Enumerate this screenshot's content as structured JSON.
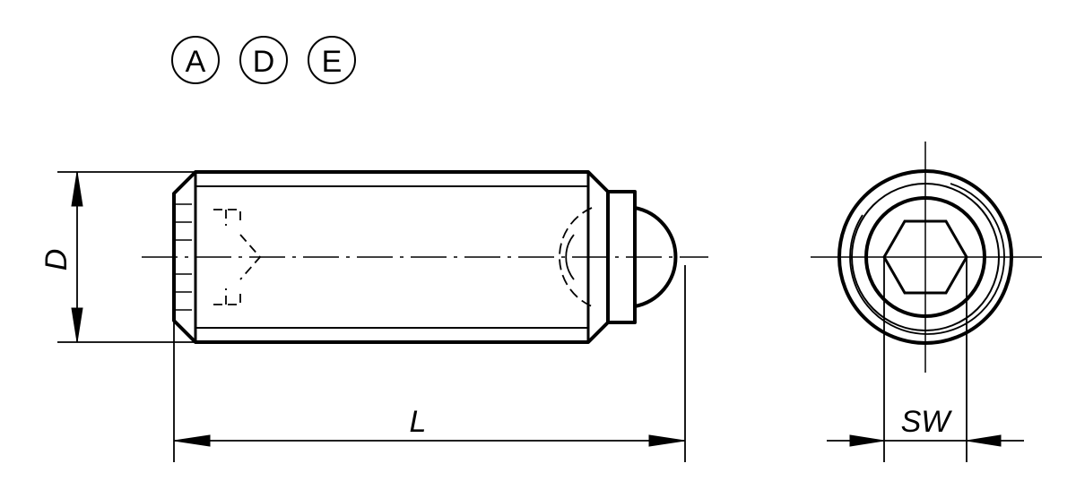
{
  "variants": [
    "A",
    "D",
    "E"
  ],
  "dimensions": {
    "diameter": "D",
    "length": "L",
    "wrench_size": "SW"
  },
  "colors": {
    "line": "#000000",
    "background": "#ffffff"
  }
}
